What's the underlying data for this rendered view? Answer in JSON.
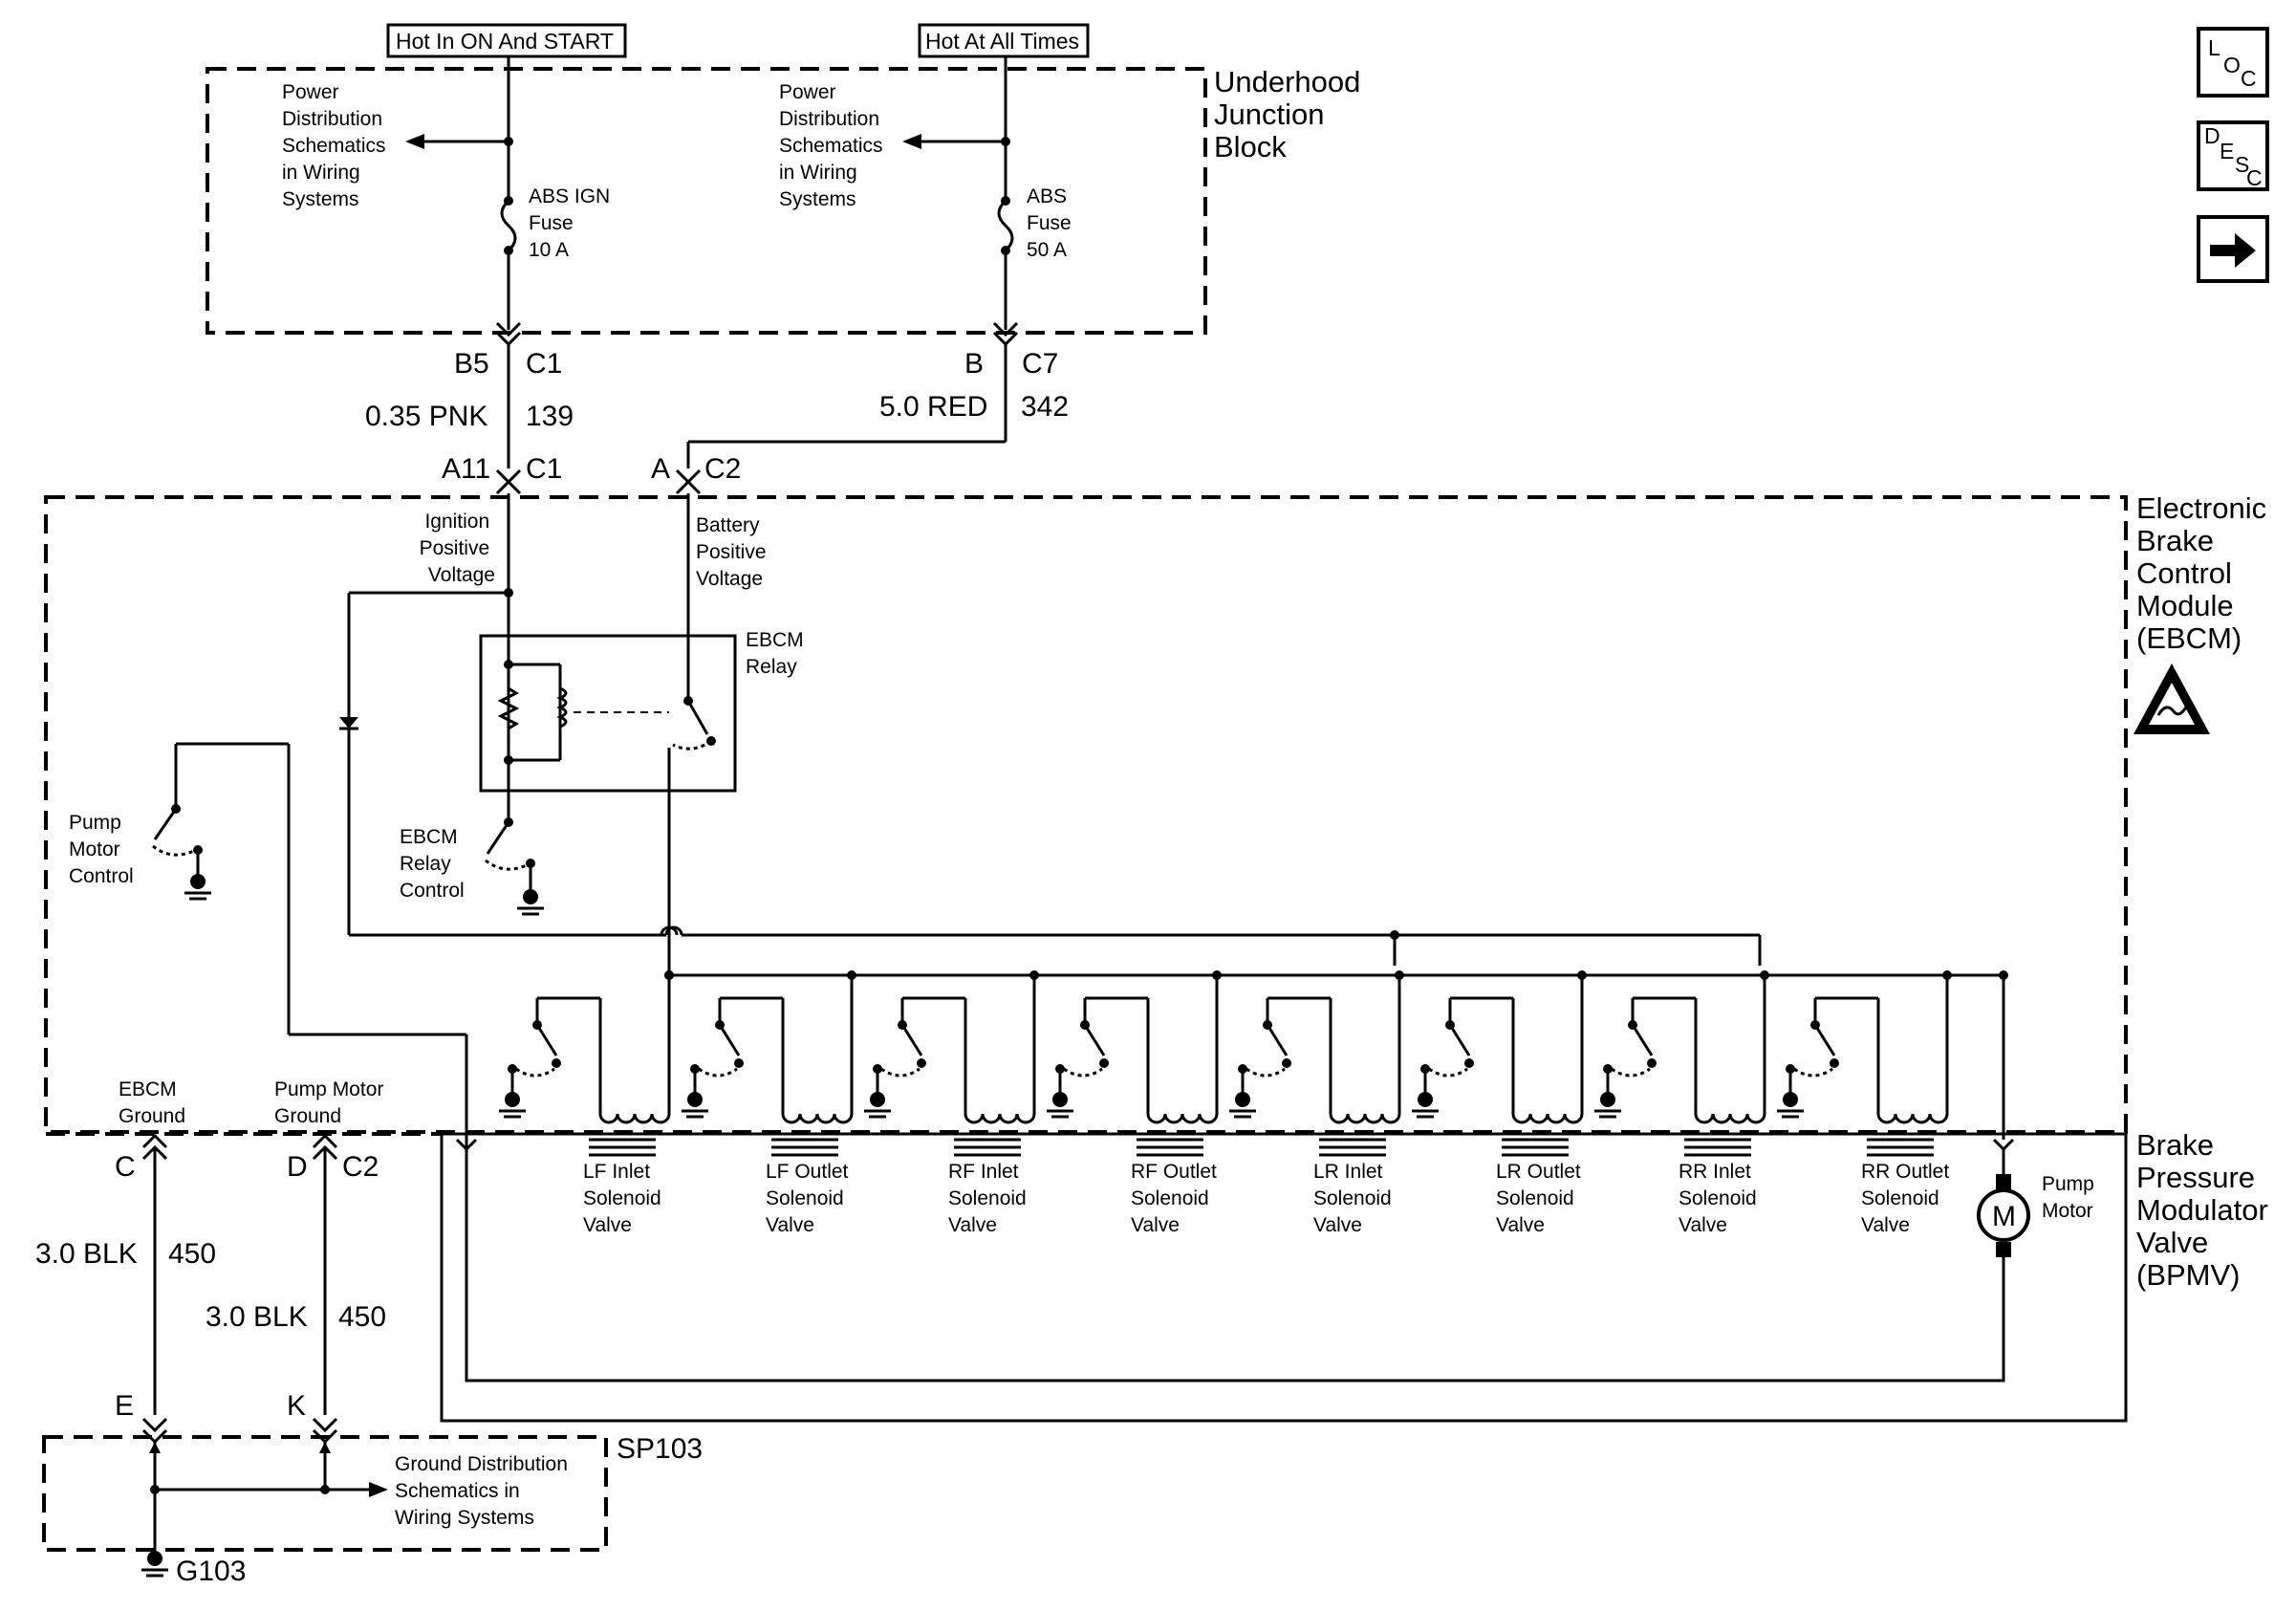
{
  "top_labels": {
    "ign_hot": "Hot In ON And START",
    "batt_hot": "Hot At All Times"
  },
  "ujb": {
    "title": [
      "Underhood",
      "Junction",
      "Block"
    ]
  },
  "pds_left": [
    "Power",
    "Distribution",
    "Schematics",
    "in Wiring",
    "Systems"
  ],
  "pds_right": [
    "Power",
    "Distribution",
    "Schematics",
    "in Wiring",
    "Systems"
  ],
  "fuses": {
    "abs_ign": [
      "ABS IGN",
      "Fuse",
      "10 A"
    ],
    "abs": [
      "ABS",
      "Fuse",
      "50 A"
    ]
  },
  "connectors": {
    "b5": "B5",
    "c1_top": "C1",
    "b": "B",
    "c7": "C7",
    "a11": "A11",
    "c1_ebcm": "C1",
    "a": "A",
    "c2_ebcm": "C2",
    "c_gnd": "C",
    "d_gnd": "D",
    "c2_gnd": "C2",
    "e": "E",
    "k": "K"
  },
  "wires": {
    "pnk_size": "0.35 PNK",
    "pnk_circuit": "139",
    "red_size": "5.0 RED",
    "red_circuit": "342",
    "blk1_size": "3.0 BLK",
    "blk1_circuit": "450",
    "blk2_size": "3.0 BLK",
    "blk2_circuit": "450"
  },
  "ebcm": {
    "title": [
      "Electronic",
      "Brake",
      "Control",
      "Module",
      "(EBCM)"
    ],
    "ign_pos": [
      "Ignition",
      "Positive",
      "Voltage"
    ],
    "batt_pos": [
      "Battery",
      "Positive",
      "Voltage"
    ],
    "relay": [
      "EBCM",
      "Relay"
    ],
    "relay_control": [
      "EBCM",
      "Relay",
      "Control"
    ],
    "pump_control": [
      "Pump",
      "Motor",
      "Control"
    ],
    "ebcm_ground": [
      "EBCM",
      "Ground"
    ],
    "pump_ground": [
      "Pump Motor",
      "Ground"
    ]
  },
  "bpmv": {
    "title": [
      "Brake",
      "Pressure",
      "Modulator",
      "Valve",
      "(BPMV)"
    ],
    "valves": [
      [
        "LF Inlet",
        "Solenoid",
        "Valve"
      ],
      [
        "LF Outlet",
        "Solenoid",
        "Valve"
      ],
      [
        "RF Inlet",
        "Solenoid",
        "Valve"
      ],
      [
        "RF Outlet",
        "Solenoid",
        "Valve"
      ],
      [
        "LR Inlet",
        "Solenoid",
        "Valve"
      ],
      [
        "LR Outlet",
        "Solenoid",
        "Valve"
      ],
      [
        "RR Inlet",
        "Solenoid",
        "Valve"
      ],
      [
        "RR Outlet",
        "Solenoid",
        "Valve"
      ]
    ],
    "motor_letter": "M",
    "motor_label": [
      "Pump",
      "Motor"
    ]
  },
  "ground": {
    "splice": "SP103",
    "gds": [
      "Ground Distribution",
      "Schematics in",
      "Wiring Systems"
    ],
    "g103": "G103"
  },
  "nav": {
    "loc": [
      "L",
      "O",
      "C"
    ],
    "desc": [
      "D",
      "E",
      "S",
      "C"
    ],
    "next_icon": "arrow-right-icon"
  },
  "esd_icon": "esd-warning-icon"
}
